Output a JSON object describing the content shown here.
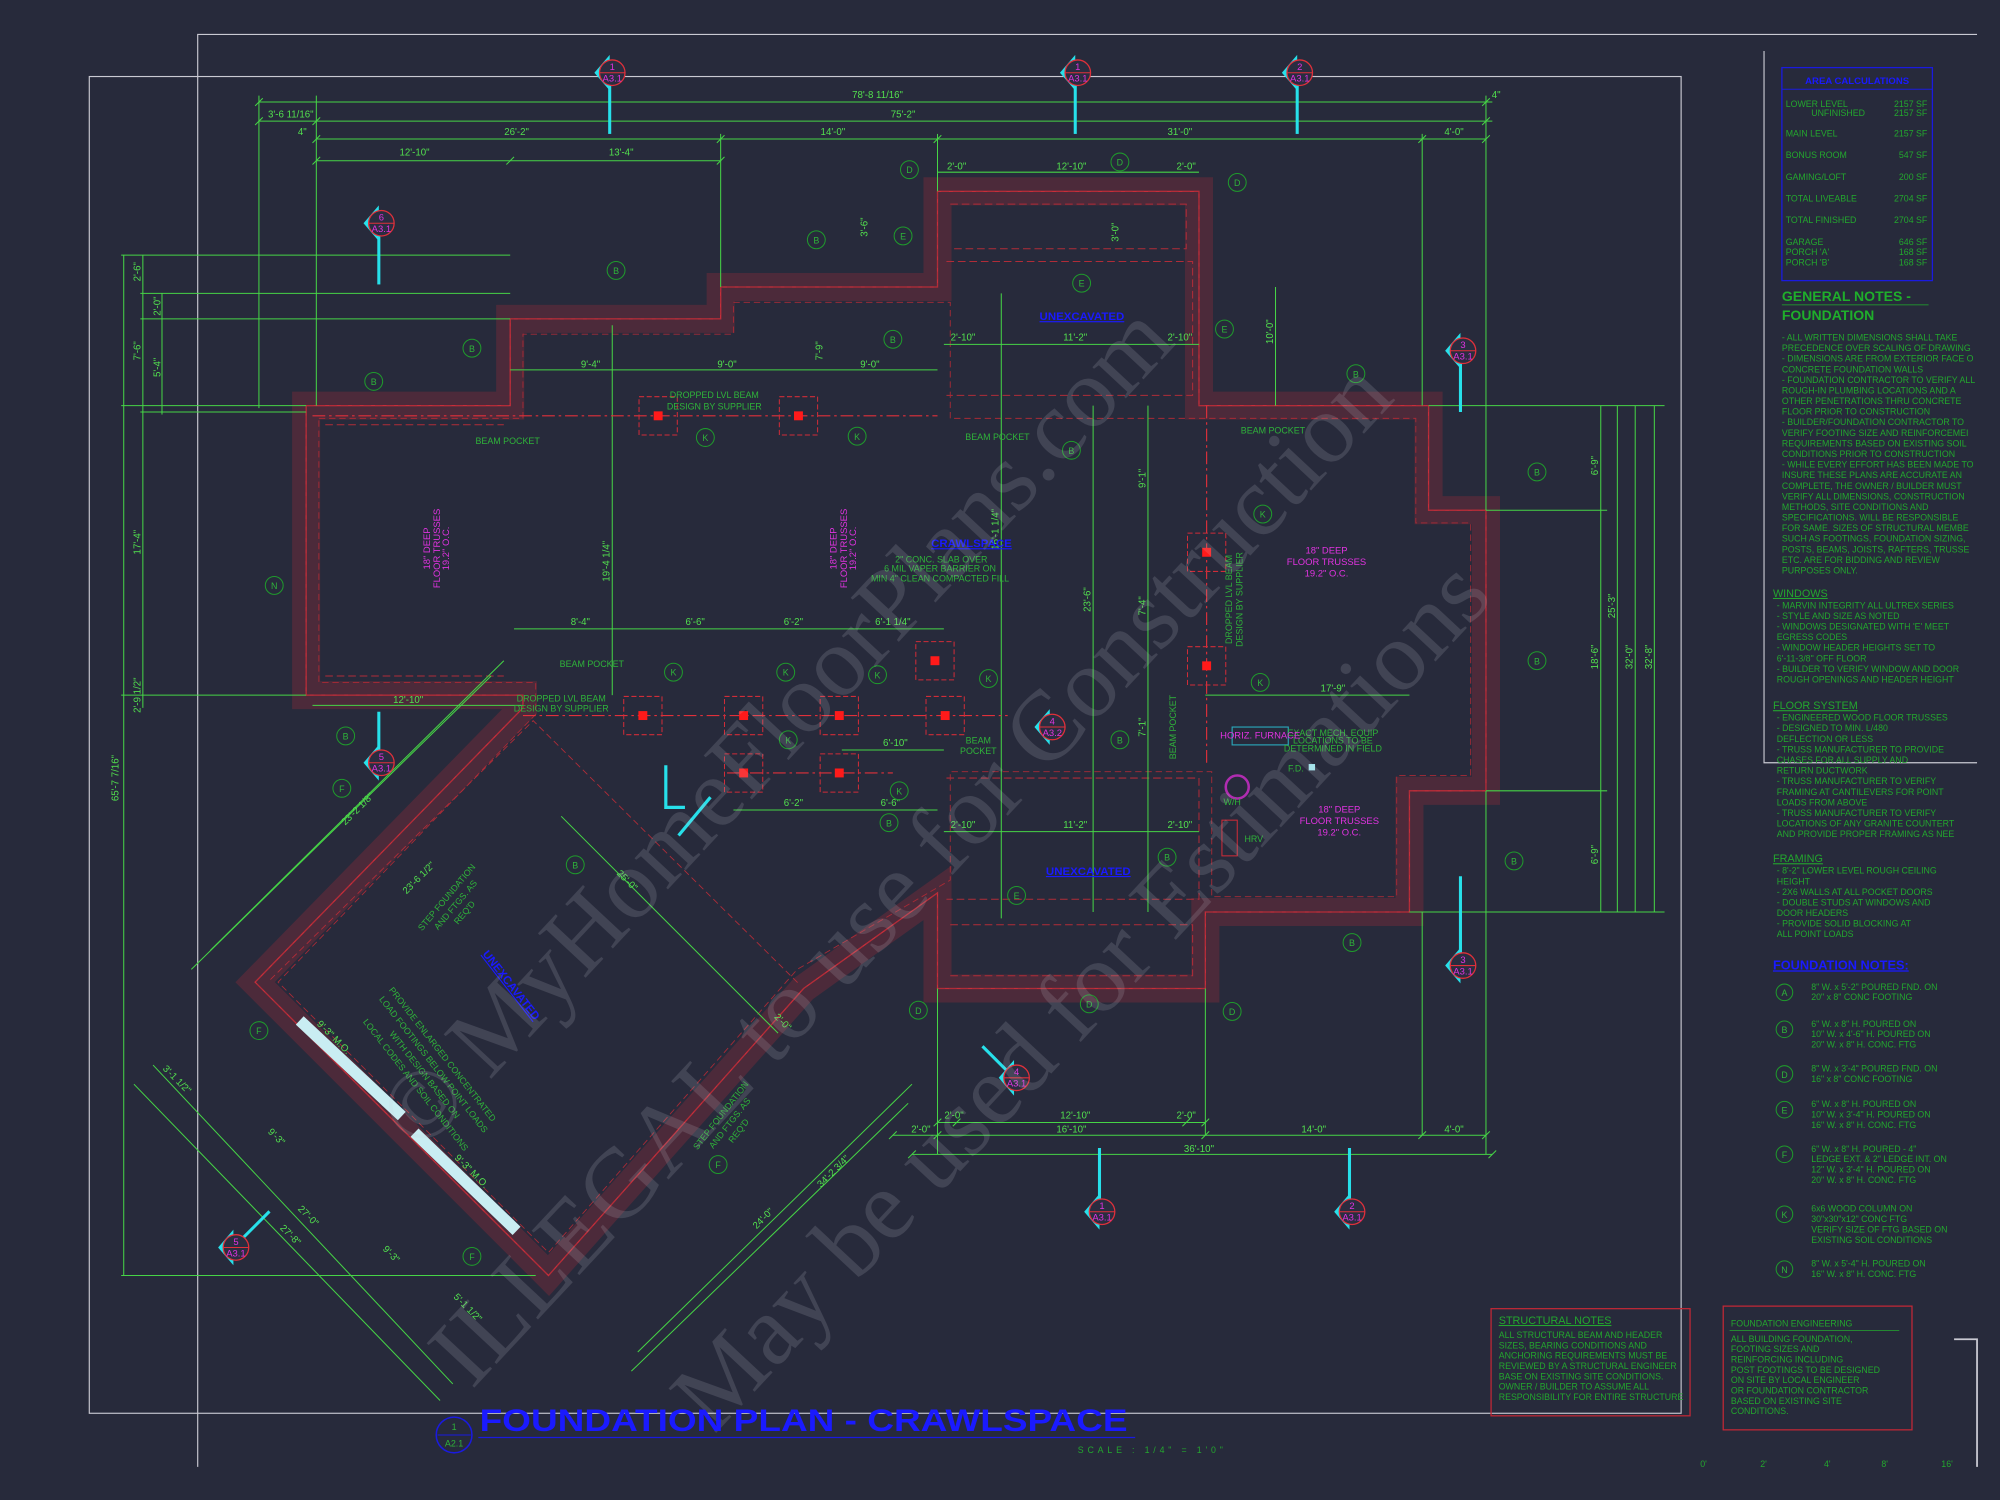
{
  "colors": {
    "background": "#272a3b",
    "dimension": "#52e04e",
    "wall": "#d02c38",
    "note_text": "#23a72e",
    "title": "#1a1aff",
    "section_marker": "#27e0ea",
    "truss_label": "#e033e0"
  },
  "title": {
    "text": "FOUNDATION PLAN  -  CRAWLSPACE",
    "detail_number": "1",
    "sheet": "A2.1",
    "scale": "SCALE : 1/4\" = 1'0\""
  },
  "area_calculations": {
    "title": "AREA CALCULATIONS",
    "rows": [
      {
        "label": "LOWER LEVEL",
        "value": "2157 SF"
      },
      {
        "label": "UNFINISHED",
        "value": "2157 SF"
      },
      {
        "label": "MAIN LEVEL",
        "value": "2157 SF"
      },
      {
        "label": "BONUS ROOM",
        "value": "547 SF"
      },
      {
        "label": "GAMING/LOFT",
        "value": "200 SF"
      },
      {
        "label": "TOTAL LIVEABLE",
        "value": "2704 SF"
      },
      {
        "label": "TOTAL FINISHED",
        "value": "2704 SF"
      },
      {
        "label": "GARAGE",
        "value": "646 SF"
      },
      {
        "label": "PORCH 'A'",
        "value": "168 SF"
      },
      {
        "label": "PORCH 'B'",
        "value": "168 SF"
      }
    ]
  },
  "general_notes": {
    "title_line1": "GENERAL NOTES -",
    "title_line2": "FOUNDATION",
    "lines": [
      "- ALL WRITTEN DIMENSIONS SHALL TAKE",
      "  PRECEDENCE OVER SCALING OF DRAWING",
      "- DIMENSIONS ARE FROM EXTERIOR FACE O",
      "  CONCRETE FOUNDATION WALLS",
      "- FOUNDATION CONTRACTOR TO VERIFY ALL",
      "  ROUGH-IN PLUMBING LOCATIONS AND A",
      "  OTHER PENETRATIONS THRU CONCRETE",
      "  FLOOR PRIOR TO CONSTRUCTION",
      "- BUILDER/FOUNDATION CONTRACTOR TO",
      "  VERIFY FOOTING SIZE AND REINFORCEMEI",
      "  REQUIREMENTS BASED ON EXISTING SOIL",
      "  CONDITIONS PRIOR TO CONSTRUCTION",
      "- WHILE EVERY EFFORT HAS BEEN MADE TO",
      " INSURE THESE PLANS ARE ACCURATE AN",
      " COMPLETE, THE OWNER / BUILDER MUST",
      " VERIFY ALL DIMENSIONS, CONSTRUCTION",
      " METHODS, SITE CONDITIONS AND",
      " SPECIFICATIONS. WILL BE RESPONSIBLE",
      " FOR SAME. SIZES OF STRUCTURAL MEMBE",
      " SUCH AS FOOTINGS, FOUNDATION SIZING,",
      " POSTS, BEAMS, JOISTS, RAFTERS, TRUSSE",
      " ETC. ARE FOR BIDDING AND REVIEW",
      " PURPOSES ONLY."
    ]
  },
  "sections": [
    {
      "title": "WINDOWS",
      "lines": [
        "- MARVIN INTEGRITY ALL ULTREX SERIES",
        "    - STYLE AND SIZE AS NOTED",
        "- WINDOWS DESIGNATED WITH 'E' MEET",
        "  EGRESS CODES",
        "- WINDOW HEADER HEIGHTS SET TO",
        "  6'-11-3/8\" OFF FLOOR",
        "- BUILDER TO VERIFY WINDOW AND DOOR",
        "  ROUGH OPENINGS  AND HEADER HEIGHT"
      ]
    },
    {
      "title": "FLOOR SYSTEM",
      "lines": [
        "- ENGINEERED WOOD FLOOR TRUSSES",
        "     - DESIGNED TO MIN. L/480",
        "    DEFLECTION OR LESS",
        "- TRUSS MANUFACTURER TO PROVIDE",
        "    CHASES FOR ALL SUPPLY AND",
        "    RETURN DUCTWORK",
        "- TRUSS MANUFACTURER TO VERIFY",
        "    FRAMING AT CANTILEVERS FOR POINT",
        "    LOADS FROM ABOVE",
        "- TRUSS MANUFACTURER TO VERIFY",
        "    LOCATIONS OF ANY GRANITE COUNTERT",
        "    AND PROVIDE PROPER FRAMING AS NEE"
      ]
    },
    {
      "title": "FRAMING",
      "lines": [
        "- 8'-2\" LOWER LEVEL ROUGH CEILING",
        "    HEIGHT",
        "- 2X6 WALLS AT ALL POCKET DOORS",
        "- DOUBLE STUDS AT WINDOWS AND",
        "   DOOR HEADERS",
        "- PROVIDE SOLID BLOCKING AT",
        "   ALL POINT LOADS"
      ]
    }
  ],
  "foundation_notes": {
    "title": "FOUNDATION NOTES:",
    "items": [
      {
        "tag": "A",
        "lines": [
          "8\" W. x 5'-2\" POURED FND. ON",
          "20\" x 8\" CONC FOOTING"
        ]
      },
      {
        "tag": "B",
        "lines": [
          "6\" W. x 8\" H. POURED ON",
          "10\" W. x 4'-6\" H. POURED ON",
          "20\" W. x 8\" H. CONC. FTG"
        ]
      },
      {
        "tag": "D",
        "lines": [
          "8\" W. x 3'-4\" POURED FND. ON",
          "16\" x 8\" CONC FOOTING"
        ]
      },
      {
        "tag": "E",
        "lines": [
          "6\" W. x 8\" H. POURED ON",
          "10\" W. x 3'-4\" H. POURED ON",
          "16\" W. x 8\" H. CONC. FTG"
        ]
      },
      {
        "tag": "F",
        "lines": [
          "6\" W. x 8\" H. POURED - 4\"",
          "LEDGE EXT. & 2\" LEDGE INT.  ON",
          "12\" W. x 3'-4\" H. POURED ON",
          "20\" W. x 8\" H. CONC. FTG"
        ]
      },
      {
        "tag": "K",
        "lines": [
          "6x6 WOOD COLUMN ON",
          "30\"x30\"x12\" CONC FTG",
          "VERIFY SIZE OF FTG BASED ON",
          "EXISTING SOIL CONDITIONS"
        ]
      },
      {
        "tag": "N",
        "lines": [
          "8\" W. x 5'-4\" H. POURED ON",
          "16\" W. x 8\" H. CONC. FTG"
        ]
      }
    ]
  },
  "structural_notes": {
    "title": "STRUCTURAL NOTES",
    "lines": [
      "ALL STRUCTURAL BEAM AND HEADER",
      "SIZES, BEARING CONDITIONS AND",
      "ANCHORING REQUIREMENTS MUST BE",
      "REVIEWED BY A STRUCTURAL ENGINEER",
      "BASE ON EXISTING SITE CONDITIONS.",
      "OWNER / BUILDER TO ASSUME ALL",
      "RESPONSIBILITY FOR ENTIRE STRUCTURE"
    ]
  },
  "foundation_engineering": {
    "title": "FOUNDATION ENGINEERING",
    "lines": [
      "ALL BUILDING FOUNDATION,",
      "FOOTING SIZES AND",
      "REINFORCING INCLUDING",
      "POST FOOTINGS TO BE DESIGNED",
      "ON SITE BY LOCAL ENGINEER",
      "OR FOUNDATION CONTRACTOR",
      "BASED ON EXISTING SITE",
      "CONDITIONS."
    ]
  },
  "scale_bar": [
    "0'",
    "2'",
    "4'",
    "8'",
    "16'"
  ],
  "plan": {
    "dimensions": [
      "78'-8 11/16\"",
      "3'-6 11/16\"",
      "75'-2\"",
      "4\"",
      "26'-2\"",
      "14'-0\"",
      "31'-0\"",
      "4'-0\"",
      "12'-10\"",
      "13'-4\"",
      "4\"",
      "65'-7 7/16\"",
      "2'-6\"",
      "7'-6\"",
      "17'-4\"",
      "2'-9 1/2\"",
      "2'-0\"",
      "5'-4\"",
      "6'-9\"",
      "18'-6\"",
      "6'-9\"",
      "25'-3\"",
      "32'-0\"",
      "32'-8\"",
      "2'-0\"",
      "12'-10\"",
      "2'-0\"",
      "2'-0\"",
      "16'-10\"",
      "14'-0\"",
      "4'-0\"",
      "36'-10\"",
      "19'-4 1/4\"",
      "16'-1 1/4\"",
      "23'-6\"",
      "9'-1\"",
      "7'-4\"",
      "7'-1\"",
      "17'-9\"",
      "8'-4\"",
      "6'-6\"",
      "6'-2\"",
      "6'-1 1/4\"",
      "6'-10\"",
      "6'-2\"",
      "6'-6\"",
      "9'-4\"",
      "9'-0\"",
      "9'-0\"",
      "12'-10\"",
      "2'-0\"",
      "12'-10\"",
      "2'-0\"",
      "2'-10\"",
      "11'-2\"",
      "2'-10\"",
      "2'-10\"",
      "11'-2\"",
      "2'-10\"",
      "10'-0\"",
      "3'-6\"",
      "3'-0\"",
      "7'-9\"",
      "23'-2 1/8\"",
      "23'-6 1/2\"",
      "25'-0\"",
      "34'-2 3/4\"",
      "24'-0\"",
      "27'-0\"",
      "27'-8\"",
      "9'-3\"",
      "9'-3\"",
      "9'-3\" M.O.",
      "9'-3\" M.O.",
      "3'-1 1/2\"",
      "5'-1 1/2\"",
      "2'-0\""
    ],
    "labels": [
      "DROPPED LVL BEAM",
      "DESIGN BY SUPPLIER",
      "BEAM POCKET",
      "BEAM POCKET",
      "BEAM POCKET",
      "BEAM POCKET",
      "DROPPED LVL BEAM",
      "DESIGN BY SUPPLIER",
      "BEAM",
      "POCKET",
      "BEAM POCKET",
      "DROPPED LVL BEAM",
      "DESIGN BY SUPPLIER",
      "2\" CONC. SLAB OVER",
      "6 MIL VAPER BARRIER ON",
      "MIN 4\" CLEAN COMPACTED FILL",
      "EXACT MECH. EQUIP",
      "LOCATIONS TO BE",
      "DETERMINED IN FIELD",
      "F.D.",
      "W/H",
      "HRV",
      "PROVIDE ENLARGED CONCENTRATED",
      "LOAD FOOTINGS BELOW POINT LOADS",
      "WITH DESIGN BASED ON",
      "LOCAL CODES AND SOIL CONDITIONS",
      "STEP FOUNDATION",
      "AND FTGS. AS",
      "REQ'D",
      "STEP FOUNDATION",
      "AND FTGS. AS",
      "REQ'D"
    ],
    "room_labels": [
      "CRAWLSPACE",
      "UNEXCAVATED",
      "UNEXCAVATED",
      "UNEXCAVATED"
    ],
    "truss_labels": [
      "18\" DEEP",
      "FLOOR TRUSSES",
      "19.2\" O.C."
    ],
    "furnace_label": "HORIZ. FURNACE",
    "callouts": [
      "D",
      "D",
      "D",
      "E",
      "E",
      "B",
      "B",
      "B",
      "B",
      "E",
      "B",
      "B",
      "K",
      "K",
      "B",
      "B",
      "K",
      "N",
      "K",
      "K",
      "K",
      "K",
      "K",
      "B",
      "K",
      "K",
      "B",
      "F",
      "B",
      "B",
      "B",
      "B",
      "B",
      "E",
      "B",
      "D",
      "D",
      "D",
      "F",
      "F",
      "F"
    ],
    "section_markers": [
      {
        "num": "1",
        "sheet": "A3.1"
      },
      {
        "num": "1",
        "sheet": "A3.1"
      },
      {
        "num": "2",
        "sheet": "A3.1"
      },
      {
        "num": "6",
        "sheet": "A3.1"
      },
      {
        "num": "3",
        "sheet": "A3.1"
      },
      {
        "num": "3",
        "sheet": "A3.1"
      },
      {
        "num": "5",
        "sheet": "A3.1"
      },
      {
        "num": "4",
        "sheet": "A3.2"
      },
      {
        "num": "1",
        "sheet": "A3.1"
      },
      {
        "num": "2",
        "sheet": "A3.1"
      },
      {
        "num": "4",
        "sheet": "A3.1"
      },
      {
        "num": "5",
        "sheet": "A3.1"
      }
    ]
  },
  "watermark": [
    "© MyHomeFloorPlans.com",
    "ILLEGAL to use for Construction",
    "May be used for Estimations"
  ]
}
